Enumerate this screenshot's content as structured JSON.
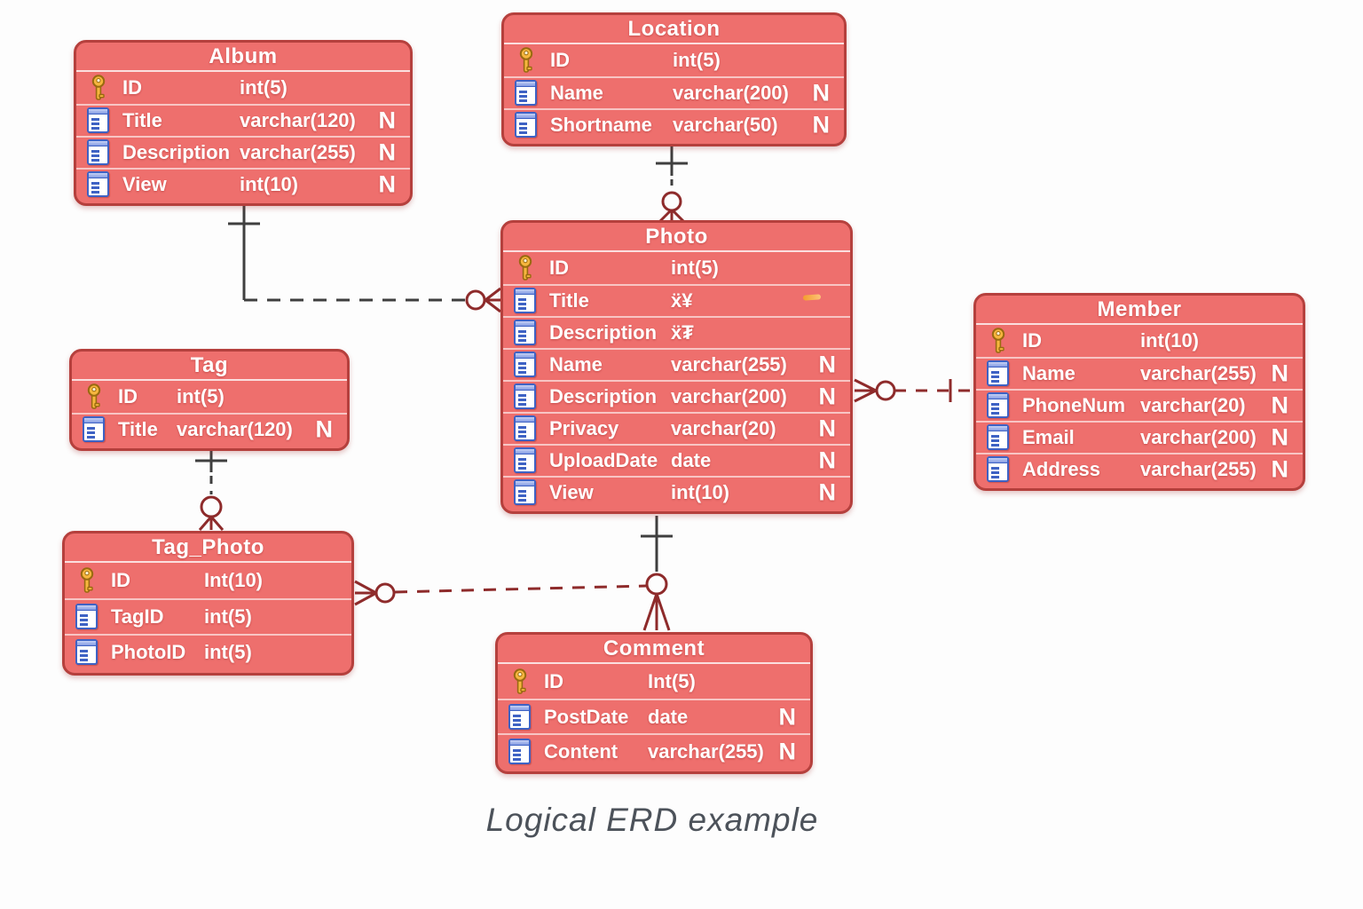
{
  "diagram": {
    "caption": "Logical ERD example"
  },
  "colors": {
    "table_fill": "#ee6f6d",
    "table_border": "#b5403d",
    "table_text": "#ffffff",
    "connector_dark": "#3f3f3f",
    "connector_red": "#8e2b2b",
    "key_icon_gold": "#f6b63e",
    "column_icon_blue": "#3e62c4",
    "caption_color": "#4c525a",
    "background": "#fdfdfd"
  },
  "tables": [
    {
      "name": "Album",
      "rows": [
        {
          "icon": "key-icon",
          "field": "ID",
          "type": "int(5)",
          "nullable": ""
        },
        {
          "icon": "column-icon",
          "field": "Title",
          "type": "varchar(120)",
          "nullable": "N"
        },
        {
          "icon": "column-icon",
          "field": "Description",
          "type": "varchar(255)",
          "nullable": "N"
        },
        {
          "icon": "column-icon",
          "field": "View",
          "type": "int(10)",
          "nullable": "N"
        }
      ]
    },
    {
      "name": "Location",
      "rows": [
        {
          "icon": "key-icon",
          "field": "ID",
          "type": "int(5)",
          "nullable": ""
        },
        {
          "icon": "column-icon",
          "field": "Name",
          "type": "varchar(200)",
          "nullable": "N"
        },
        {
          "icon": "column-icon",
          "field": "Shortname",
          "type": "varchar(50)",
          "nullable": "N"
        }
      ]
    },
    {
      "name": "Photo",
      "rows": [
        {
          "icon": "key-icon",
          "field": "ID",
          "type": "int(5)",
          "nullable": ""
        },
        {
          "icon": "column-icon",
          "field": "Title",
          "type": "ẍ¥",
          "nullable": ""
        },
        {
          "icon": "column-icon",
          "field": "Description",
          "type": "ẍ₮",
          "nullable": ""
        },
        {
          "icon": "column-icon",
          "field": "Name",
          "type": "varchar(255)",
          "nullable": "N"
        },
        {
          "icon": "column-icon",
          "field": "Description",
          "type": "varchar(200)",
          "nullable": "N"
        },
        {
          "icon": "column-icon",
          "field": "Privacy",
          "type": "varchar(20)",
          "nullable": "N"
        },
        {
          "icon": "column-icon",
          "field": "UploadDate",
          "type": "date",
          "nullable": "N"
        },
        {
          "icon": "column-icon",
          "field": "View",
          "type": "int(10)",
          "nullable": "N"
        }
      ]
    },
    {
      "name": "Member",
      "rows": [
        {
          "icon": "key-icon",
          "field": "ID",
          "type": "int(10)",
          "nullable": ""
        },
        {
          "icon": "column-icon",
          "field": "Name",
          "type": "varchar(255)",
          "nullable": "N"
        },
        {
          "icon": "column-icon",
          "field": "PhoneNum",
          "type": "varchar(20)",
          "nullable": "N"
        },
        {
          "icon": "column-icon",
          "field": "Email",
          "type": "varchar(200)",
          "nullable": "N"
        },
        {
          "icon": "column-icon",
          "field": "Address",
          "type": "varchar(255)",
          "nullable": "N"
        }
      ]
    },
    {
      "name": "Tag",
      "rows": [
        {
          "icon": "key-icon",
          "field": "ID",
          "type": "int(5)",
          "nullable": ""
        },
        {
          "icon": "column-icon",
          "field": "Title",
          "type": "varchar(120)",
          "nullable": "N"
        }
      ]
    },
    {
      "name": "Tag_Photo",
      "rows": [
        {
          "icon": "key-icon",
          "field": "ID",
          "type": "Int(10)",
          "nullable": ""
        },
        {
          "icon": "column-icon",
          "field": "TagID",
          "type": "int(5)",
          "nullable": ""
        },
        {
          "icon": "column-icon",
          "field": "PhotoID",
          "type": "int(5)",
          "nullable": ""
        }
      ]
    },
    {
      "name": "Comment",
      "rows": [
        {
          "icon": "key-icon",
          "field": "ID",
          "type": "Int(5)",
          "nullable": ""
        },
        {
          "icon": "column-icon",
          "field": "PostDate",
          "type": "date",
          "nullable": "N"
        },
        {
          "icon": "column-icon",
          "field": "Content",
          "type": "varchar(255)",
          "nullable": "N"
        }
      ]
    }
  ],
  "relationships": [
    {
      "from": "Album",
      "to": "Photo",
      "from_cardinality": "one",
      "to_cardinality": "zero-or-many",
      "line": "dashed"
    },
    {
      "from": "Location",
      "to": "Photo",
      "from_cardinality": "one",
      "to_cardinality": "zero-or-many",
      "line": "dashed"
    },
    {
      "from": "Member",
      "to": "Photo",
      "from_cardinality": "one",
      "to_cardinality": "zero-or-many",
      "line": "dashed"
    },
    {
      "from": "Tag",
      "to": "Tag_Photo",
      "from_cardinality": "one",
      "to_cardinality": "zero-or-many",
      "line": "dashed"
    },
    {
      "from": "Photo",
      "to": "Comment",
      "from_cardinality": "one",
      "to_cardinality": "zero-or-many",
      "line": "dashed"
    },
    {
      "from": "Tag_Photo",
      "to": "Comment",
      "from_cardinality": "zero-or-many",
      "to_cardinality": "",
      "line": "dashed"
    }
  ]
}
